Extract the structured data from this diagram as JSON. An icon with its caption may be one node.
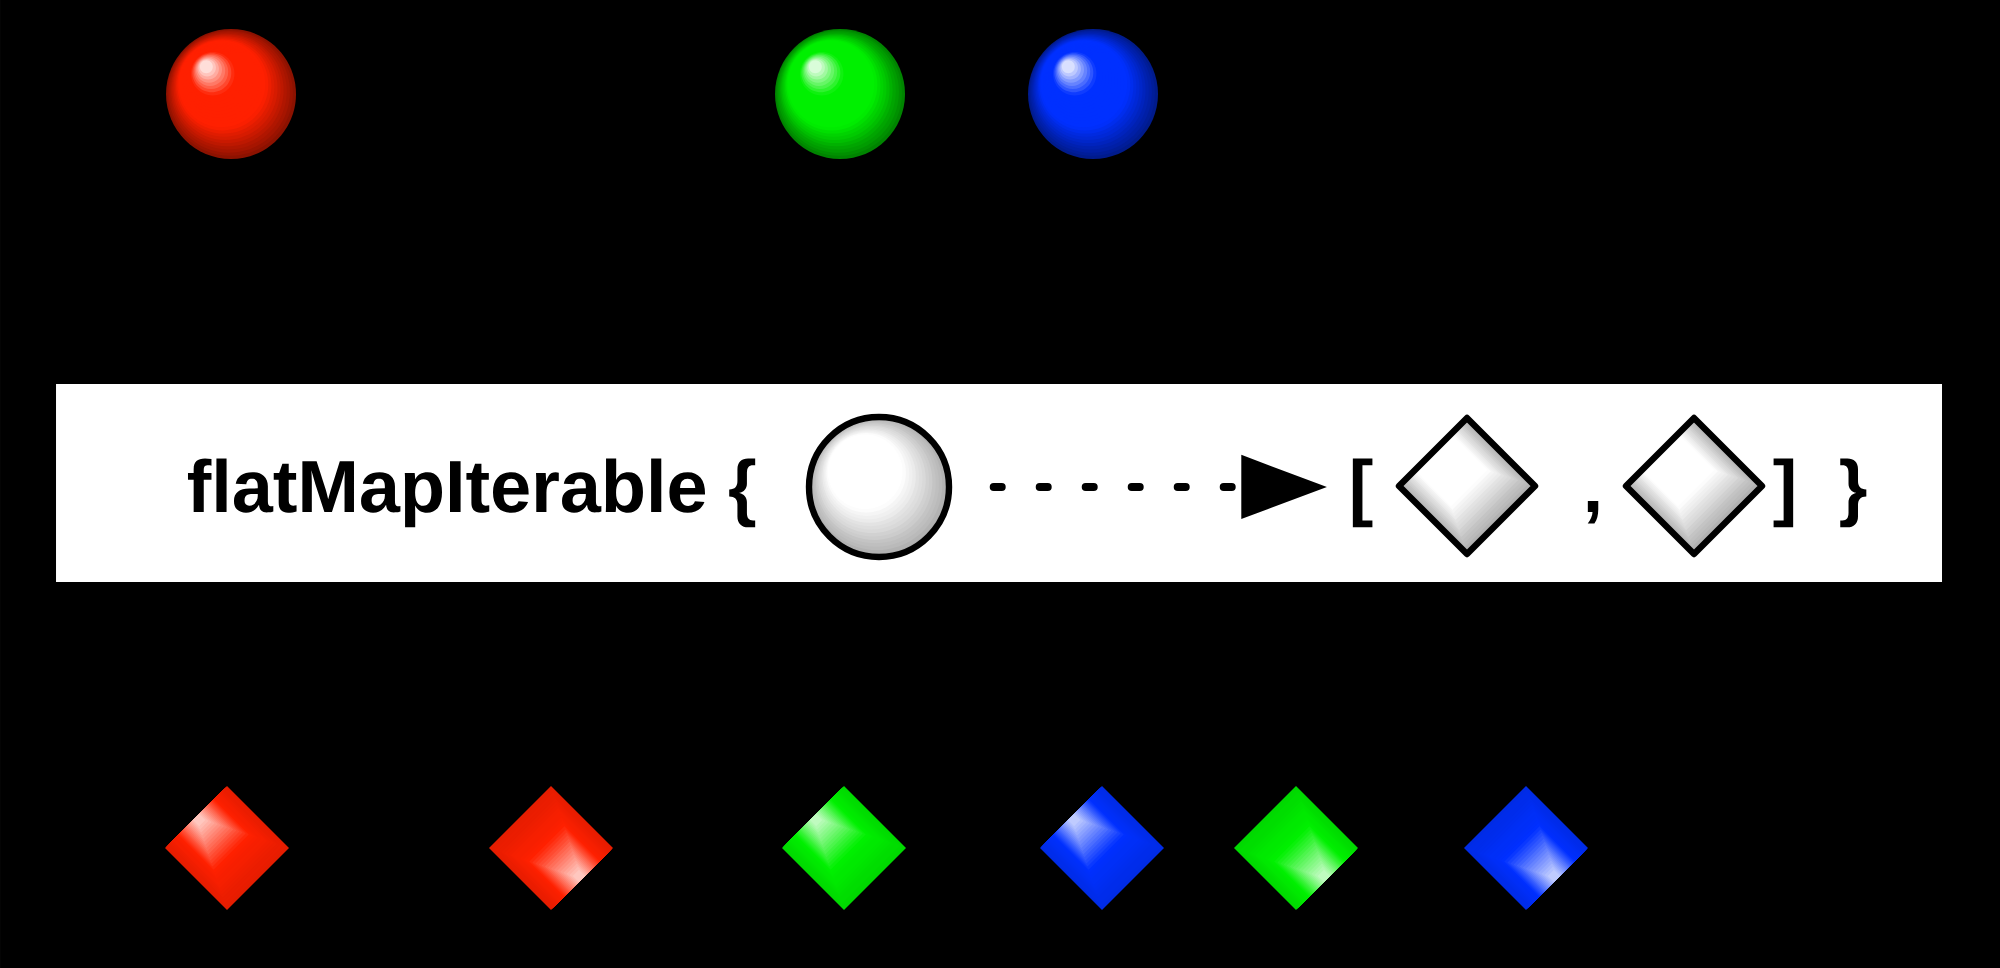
{
  "diagram": {
    "nodes": [
      {
        "text": [],
        "shape": "circle"
      },
      {
        "text": [],
        "shape": "circle"
      },
      {
        "text": [],
        "shape": "circle"
      },
      {
        "text": [
          "flatMapIterable {",
          "}"
        ]
      },
      {
        "text": [],
        "shape": "circle",
        "in": 3
      },
      {
        "text": [
          "[",
          ",",
          "]"
        ],
        "in": 3
      },
      {
        "text": [],
        "shape": "diamond",
        "in": 3
      },
      {
        "text": [],
        "shape": "diamond",
        "in": 3
      },
      {
        "text": [],
        "shape": "diamond"
      },
      {
        "text": [],
        "shape": "diamond"
      },
      {
        "text": [],
        "shape": "diamond"
      },
      {
        "text": [],
        "shape": "diamond"
      },
      {
        "text": [],
        "shape": "diamond"
      },
      {
        "text": [],
        "shape": "diamond"
      }
    ],
    "edges": [
      {
        "from": 4,
        "to": 5,
        "arrow": "to",
        "style": "dashed"
      }
    ]
  }
}
